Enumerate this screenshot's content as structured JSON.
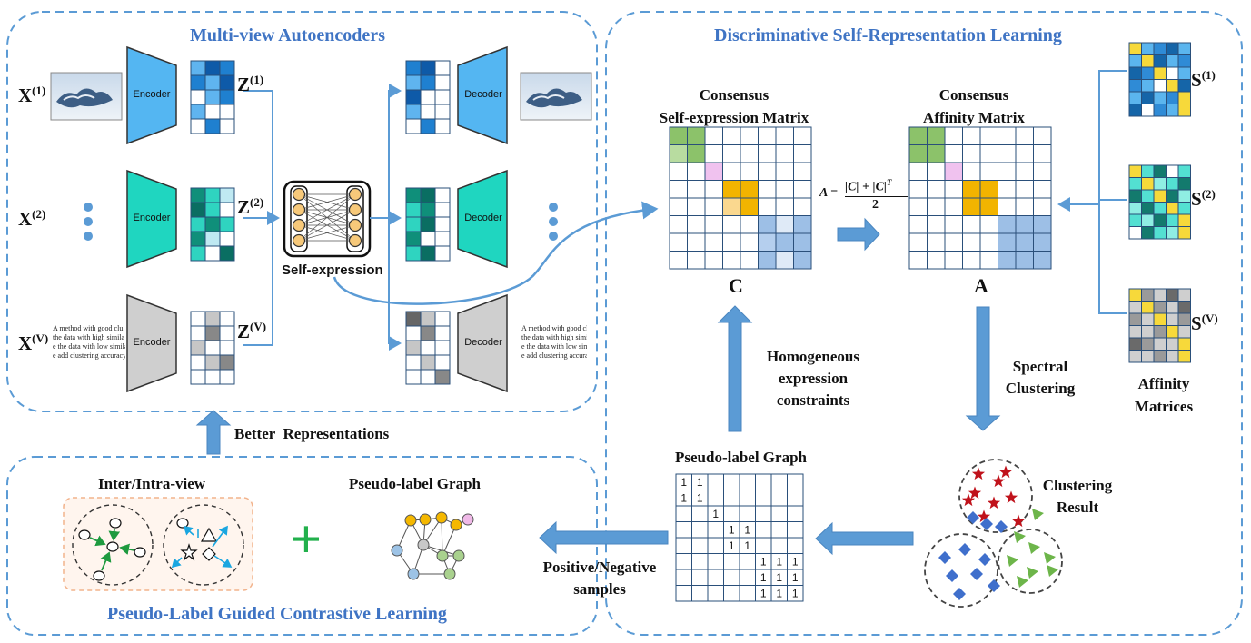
{
  "panels": {
    "autoencoders_title": "Multi-view Autoencoders",
    "dsrl_title": "Discriminative Self-Representation Learning",
    "contrastive_title": "Pseudo-Label Guided Contrastive Learning"
  },
  "views": [
    {
      "label": "X",
      "sup": "(1)",
      "z_label": "Z",
      "z_sup": "(1)"
    },
    {
      "label": "X",
      "sup": "(2)",
      "z_label": "Z",
      "z_sup": "(2)"
    },
    {
      "label": "X",
      "sup": "(V)",
      "z_label": "Z",
      "z_sup": "(V)"
    }
  ],
  "modules": {
    "encoder": "Encoder",
    "decoder": "Decoder",
    "self_expression": "Self-expression"
  },
  "text_view_lines": [
    "A method with good clu",
    "the data with high simila",
    "e the data with low simila",
    "e add clustering accuracy"
  ],
  "consensus_c": {
    "title_line1": "Consensus",
    "title_line2": "Self-expression Matrix",
    "symbol": "C"
  },
  "consensus_a": {
    "title_line1": "Consensus",
    "title_line2": "Affinity Matrix",
    "symbol": "A"
  },
  "formula": {
    "lhs": "A =",
    "numerator": "|C| + |C|",
    "num_sup": "T",
    "denominator": "2"
  },
  "affinity": {
    "labels": [
      {
        "label": "S",
        "sup": "(1)"
      },
      {
        "label": "S",
        "sup": "(2)"
      },
      {
        "label": "S",
        "sup": "(V)"
      }
    ],
    "caption_line1": "Affinity",
    "caption_line2": "Matrices"
  },
  "spectral": {
    "line1": "Spectral",
    "line2": "Clustering"
  },
  "homogeneous": {
    "line1": "Homogeneous",
    "line2": "expression",
    "line3": "constraints"
  },
  "clustering_result": {
    "line1": "Clustering",
    "line2": "Result"
  },
  "pseudo_label_graph": {
    "title": "Pseudo-label Graph",
    "cell_value": "1"
  },
  "positive_negative": {
    "line1": "Positive/Negative",
    "line2": "samples"
  },
  "better_representations": "Better  Representations",
  "inter_intra": "Inter/Intra-view",
  "pseudo_label_graph_small": "Pseudo-label Graph",
  "plus_sign": "+",
  "colors": {
    "panel_border": "#5b9bd5",
    "title_blue": "#3f74c4",
    "arrow_blue": "#5b9bd5",
    "view1": "#54b6f2",
    "view2": "#1fd6c0",
    "viewV": "#cfcfcf",
    "green_plus": "#22b04c"
  }
}
